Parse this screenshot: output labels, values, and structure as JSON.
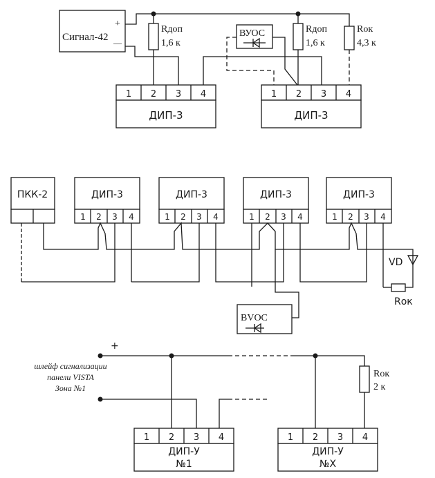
{
  "diagram1": {
    "signal_label": "Сигнал-42",
    "plus": "+",
    "minus": "—",
    "r1": {
      "name": "Rдоп",
      "value": "1,6 к"
    },
    "r2": {
      "name": "Rдоп",
      "value": "1,6 к"
    },
    "r3": {
      "name": "Rок",
      "value": "4,3 к"
    },
    "vuos_label": "ВУОС",
    "dip_left": {
      "label": "ДИП-3",
      "terminals": [
        "1",
        "2",
        "3",
        "4"
      ]
    },
    "dip_right": {
      "label": "ДИП-3",
      "terminals": [
        "1",
        "2",
        "3",
        "4"
      ]
    }
  },
  "diagram2": {
    "pkk_label": "ПКК-2",
    "dips": [
      {
        "label": "ДИП-3",
        "terminals": [
          "1",
          "2",
          "3",
          "4"
        ]
      },
      {
        "label": "ДИП-3",
        "terminals": [
          "1",
          "2",
          "3",
          "4"
        ]
      },
      {
        "label": "ДИП-3",
        "terminals": [
          "1",
          "2",
          "3",
          "4"
        ]
      },
      {
        "label": "ДИП-3",
        "terminals": [
          "1",
          "2",
          "3",
          "4"
        ]
      }
    ],
    "vd_label": "VD",
    "rok_label": "Rок",
    "bvoc_label": "BVOC"
  },
  "diagram3": {
    "plus": "+",
    "panel_lines": [
      "шлейф сигнализации",
      "панели VISTA",
      "Зона №1"
    ],
    "rok": {
      "name": "Rок",
      "value": "2 к"
    },
    "dip_first": {
      "label": "ДИП-У",
      "number": "№1",
      "terminals": [
        "1",
        "2",
        "3",
        "4"
      ]
    },
    "dip_last": {
      "label": "ДИП-У",
      "number": "№X",
      "terminals": [
        "1",
        "2",
        "3",
        "4"
      ]
    }
  }
}
